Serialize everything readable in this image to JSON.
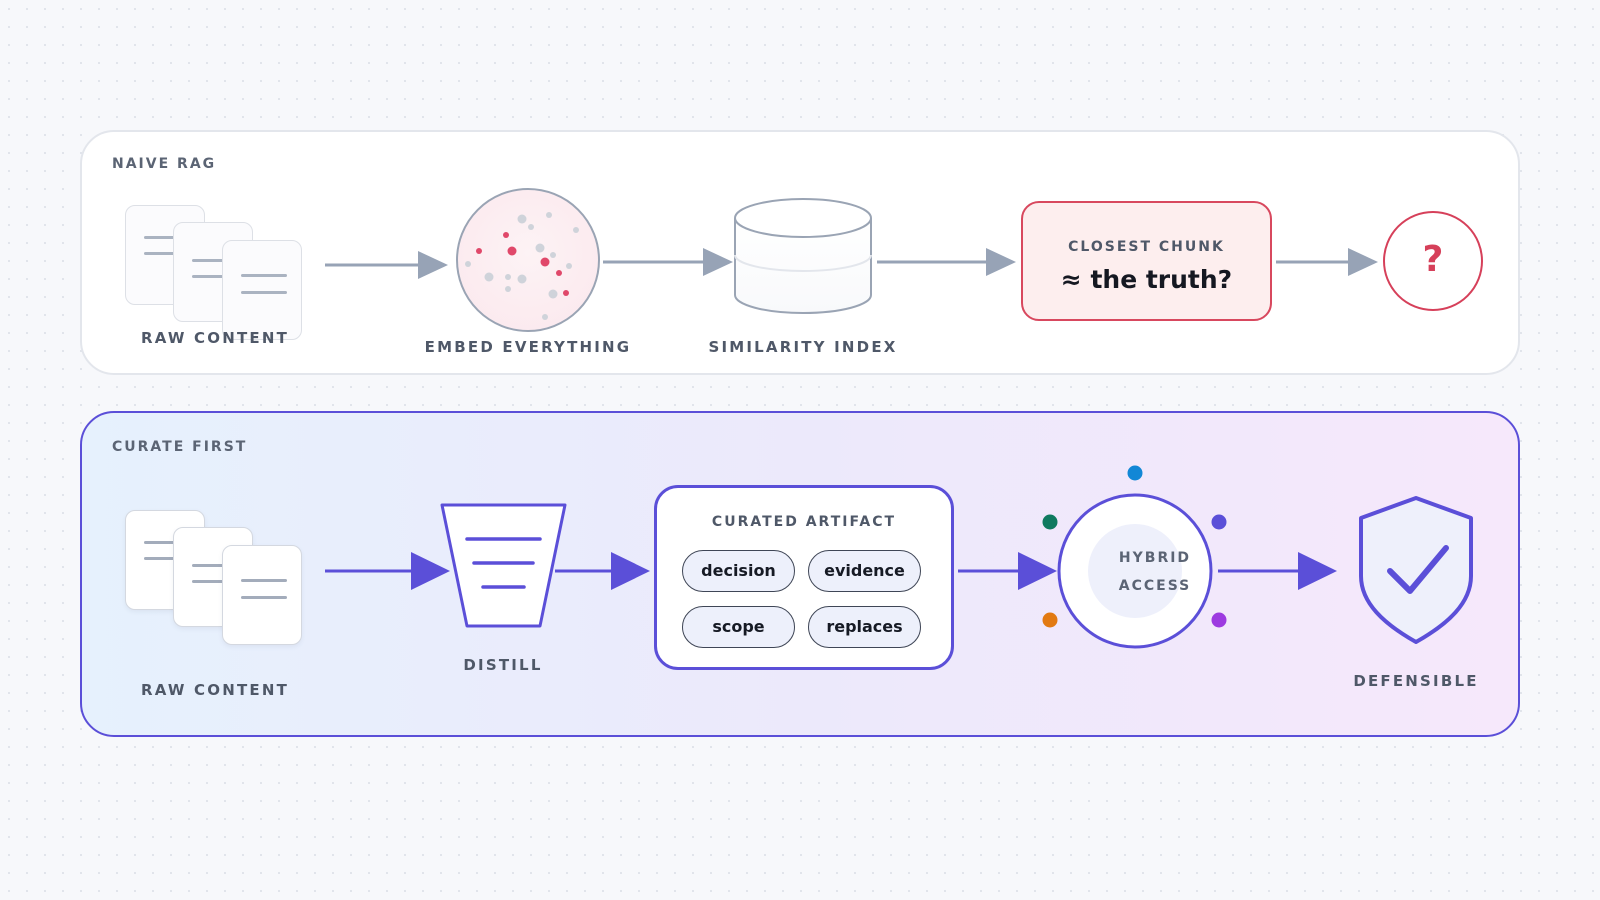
{
  "naive": {
    "title": "NAIVE RAG",
    "raw_label": "RAW CONTENT",
    "embed_label": "EMBED EVERYTHING",
    "index_label": "SIMILARITY INDEX",
    "chunk_title": "CLOSEST CHUNK",
    "chunk_text": "≈ the truth?",
    "question": "?"
  },
  "curate": {
    "title": "CURATE FIRST",
    "raw_label": "RAW CONTENT",
    "distill_label": "DISTILL",
    "artifact_title": "CURATED ARTIFACT",
    "tags": [
      "decision",
      "evidence",
      "scope",
      "replaces"
    ],
    "hybrid_line1": "HYBRID",
    "hybrid_line2": "ACCESS",
    "defensible_label": "DEFENSIBLE"
  },
  "colors": {
    "accent": "#5b4fd8",
    "danger": "#d6405a",
    "muted_arrow": "#97a3b6",
    "dot_blue": "#1287d6",
    "dot_green": "#0f7a5f",
    "dot_indigo": "#5b4fd8",
    "dot_orange": "#e27a12",
    "dot_purple": "#9d3ae0"
  },
  "icons": [
    "document-stack-icon",
    "embedding-sphere-icon",
    "database-icon",
    "question-icon",
    "funnel-icon",
    "hybrid-access-icon",
    "shield-check-icon"
  ]
}
